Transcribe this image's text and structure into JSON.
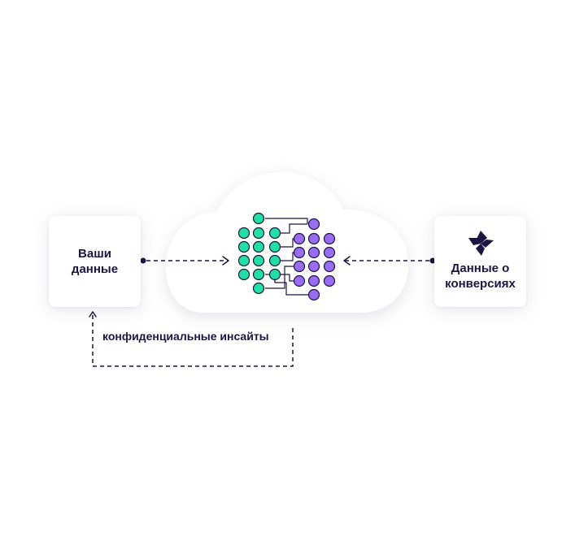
{
  "left_card": {
    "line1": "Ваши",
    "line2": "данные"
  },
  "right_card": {
    "line1": "Данные о",
    "line2": "конверсиях",
    "logo_icon": "four-diamond-logo-icon"
  },
  "insights_label": "конфиденциальные инсайты",
  "colors": {
    "dark": "#1c1541",
    "green": "#22e0a4",
    "purple": "#9a6cf2",
    "shadow": "rgba(20,14,60,0.10)"
  }
}
